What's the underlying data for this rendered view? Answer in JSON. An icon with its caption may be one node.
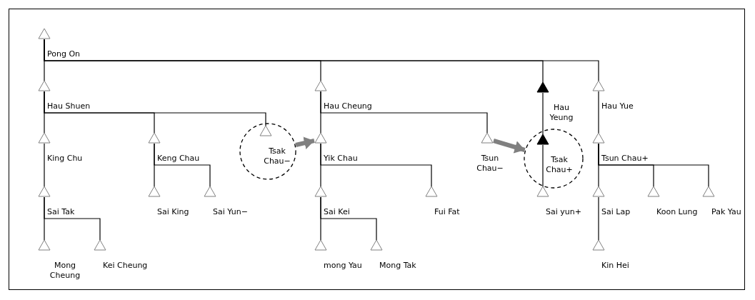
{
  "diagram": {
    "nodes": [
      {
        "text": [],
        "shape": "triangle",
        "beside": [
          "Pong On"
        ]
      },
      {
        "text": [],
        "shape": "triangle",
        "beside": [
          "Hau Shuen"
        ]
      },
      {
        "text": [],
        "shape": "triangle",
        "beside": [
          "Hau Cheung"
        ]
      },
      {
        "text": [],
        "shape": "triangle",
        "beside": [
          "Hau Yeung"
        ]
      },
      {
        "text": [],
        "shape": "triangle",
        "beside": [
          "Hau Yue"
        ]
      },
      {
        "text": [],
        "shape": "triangle",
        "beside": [
          "King Chu"
        ]
      },
      {
        "text": [],
        "shape": "triangle",
        "beside": [
          "Keng Chau"
        ]
      },
      {
        "text": [],
        "shape": "circle"
      },
      {
        "text": [],
        "shape": "triangle",
        "beside": [
          "Tsak Chau−"
        ],
        "in": 7
      },
      {
        "text": [],
        "shape": "triangle",
        "beside": [
          "Yik Chau"
        ]
      },
      {
        "text": [],
        "shape": "triangle",
        "beside": [
          "Tsun Chau−"
        ]
      },
      {
        "text": [],
        "shape": "circle"
      },
      {
        "text": [],
        "shape": "triangle",
        "beside": [
          "Tsak Chau+"
        ],
        "in": 11
      },
      {
        "text": [],
        "shape": "triangle",
        "beside": [
          "Tsun Chau+"
        ]
      },
      {
        "text": [],
        "shape": "triangle",
        "beside": [
          "Sai Tak"
        ]
      },
      {
        "text": [],
        "shape": "triangle",
        "beside": [
          "Sai King"
        ]
      },
      {
        "text": [],
        "shape": "triangle",
        "beside": [
          "Sai Yun−"
        ]
      },
      {
        "text": [],
        "shape": "triangle",
        "beside": [
          "Sai Kei"
        ]
      },
      {
        "text": [],
        "shape": "triangle",
        "beside": [
          "Fui Fat"
        ]
      },
      {
        "text": [],
        "shape": "triangle",
        "beside": [
          "Sai yun+"
        ]
      },
      {
        "text": [],
        "shape": "triangle",
        "beside": [
          "Sai Lap"
        ]
      },
      {
        "text": [],
        "shape": "triangle",
        "beside": [
          "Koon Lung"
        ]
      },
      {
        "text": [],
        "shape": "triangle",
        "beside": [
          "Pak Yau"
        ]
      },
      {
        "text": [],
        "shape": "triangle",
        "beside": [
          "Mong Cheung"
        ]
      },
      {
        "text": [],
        "shape": "triangle",
        "beside": [
          "Kei Cheung"
        ]
      },
      {
        "text": [],
        "shape": "triangle",
        "beside": [
          "mong Yau"
        ]
      },
      {
        "text": [],
        "shape": "triangle",
        "beside": [
          "Mong Tak"
        ]
      },
      {
        "text": [],
        "shape": "triangle",
        "beside": [
          "Kin Hei"
        ]
      }
    ],
    "edges": [
      {
        "from": 0,
        "to": 1,
        "arrow": "none"
      },
      {
        "from": 0,
        "to": 2,
        "arrow": "none"
      },
      {
        "from": 0,
        "to": 3,
        "arrow": "none"
      },
      {
        "from": 0,
        "to": 4,
        "arrow": "none"
      },
      {
        "from": 1,
        "to": 5,
        "arrow": "none"
      },
      {
        "from": 1,
        "to": 6,
        "arrow": "none"
      },
      {
        "from": 1,
        "to": 8,
        "arrow": "none"
      },
      {
        "from": 2,
        "to": 9,
        "arrow": "none"
      },
      {
        "from": 2,
        "to": 10,
        "arrow": "none"
      },
      {
        "from": 3,
        "to": 12,
        "arrow": "none"
      },
      {
        "from": 4,
        "to": 13,
        "arrow": "none"
      },
      {
        "from": 5,
        "to": 14,
        "arrow": "none"
      },
      {
        "from": 6,
        "to": 15,
        "arrow": "none"
      },
      {
        "from": 6,
        "to": 16,
        "arrow": "none"
      },
      {
        "from": 9,
        "to": 17,
        "arrow": "none"
      },
      {
        "from": 9,
        "to": 18,
        "arrow": "none"
      },
      {
        "from": 12,
        "to": 19,
        "arrow": "none"
      },
      {
        "from": 13,
        "to": 20,
        "arrow": "none"
      },
      {
        "from": 13,
        "to": 21,
        "arrow": "none"
      },
      {
        "from": 13,
        "to": 22,
        "arrow": "none"
      },
      {
        "from": 14,
        "to": 23,
        "arrow": "none"
      },
      {
        "from": 14,
        "to": 24,
        "arrow": "none"
      },
      {
        "from": 17,
        "to": 25,
        "arrow": "none"
      },
      {
        "from": 17,
        "to": 26,
        "arrow": "none"
      },
      {
        "from": 20,
        "to": 27,
        "arrow": "none"
      },
      {
        "from": 7,
        "to": 9,
        "arrow": "to",
        "style": "thick",
        "color": "#808080"
      },
      {
        "from": 10,
        "to": 11,
        "arrow": "to",
        "style": "thick",
        "color": "#808080"
      }
    ]
  }
}
